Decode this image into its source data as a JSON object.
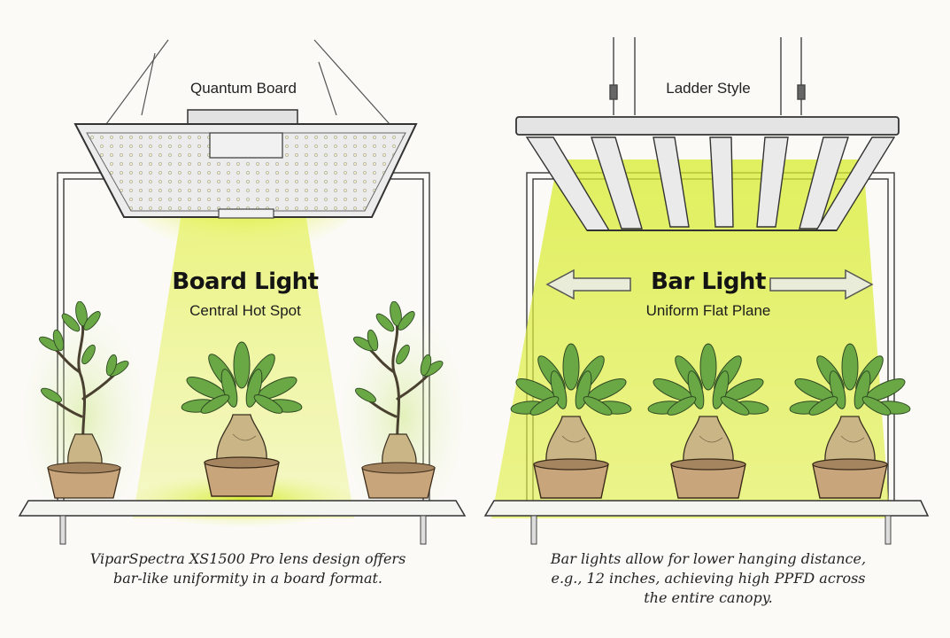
{
  "colors": {
    "light_beam": "#dcef3a",
    "glow": "#c8e830",
    "pot": "#c9a57c",
    "trunk": "#c9b585",
    "leaf": "#5f9e3f",
    "ink": "#333333",
    "fixture": "#d9d9d9"
  },
  "left_panel": {
    "fixture_label": "Quantum Board",
    "headline": "Board Light",
    "subline": "Central Hot Spot",
    "caption_lines": [
      "ViparSpectra XS1500 Pro lens design offers",
      "bar-like uniformity in a board format."
    ]
  },
  "right_panel": {
    "fixture_label": "Ladder Style",
    "headline": "Bar Light",
    "subline": "Uniform Flat Plane",
    "caption_lines": [
      "Bar lights allow for lower hanging distance,",
      "e.g., 12 inches, achieving high PPFD across",
      "the entire canopy."
    ]
  },
  "icons": {
    "spread_arrows": "double-headed-arrow-icon"
  }
}
